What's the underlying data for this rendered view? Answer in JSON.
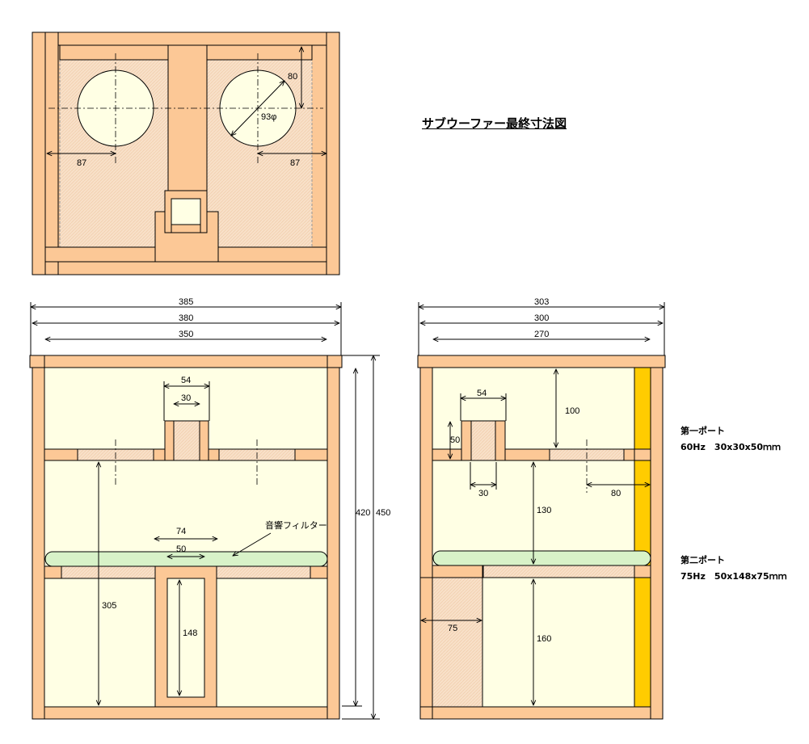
{
  "title": "サブウーファー最終寸法図",
  "colors": {
    "wood": "#fcc896",
    "interior": "#ffffe4",
    "hatch": "#f5dcc0",
    "filter": "#d8f2c8",
    "accent_panel": "#ffcc00",
    "line": "#000000"
  },
  "top_view": {
    "driver_diameter_label": "93φ",
    "dim_driver_offset_left": "87",
    "dim_driver_offset_right": "87",
    "dim_driver_offset_top": "80"
  },
  "front_view": {
    "dim_outer_top": "385",
    "dim_outer": "380",
    "dim_inner": "350",
    "dim_port_outer": "54",
    "dim_port_inner": "30",
    "dim_filter_port_outer": "74",
    "dim_filter_port_inner": "50",
    "dim_lower_height": "305",
    "dim_port_length": "148",
    "dim_inner_height": "420",
    "dim_total_height": "450",
    "filter_label": "音響フィルター"
  },
  "side_view": {
    "dim_outer_top": "303",
    "dim_outer": "300",
    "dim_inner": "270",
    "dim_port_outer": "54",
    "dim_port_height": "50",
    "dim_port_inner": "30",
    "dim_top_chamber": "100",
    "dim_shelf_offset": "80",
    "dim_mid_chamber": "130",
    "dim_port2_width": "75",
    "dim_bottom_chamber": "160"
  },
  "ports": {
    "first_title": "第一ポート",
    "first_spec": "60Hz　30x30x50ｍｍ",
    "second_title": "第二ポート",
    "second_spec": "75Hz　50x148x75ｍｍ"
  }
}
